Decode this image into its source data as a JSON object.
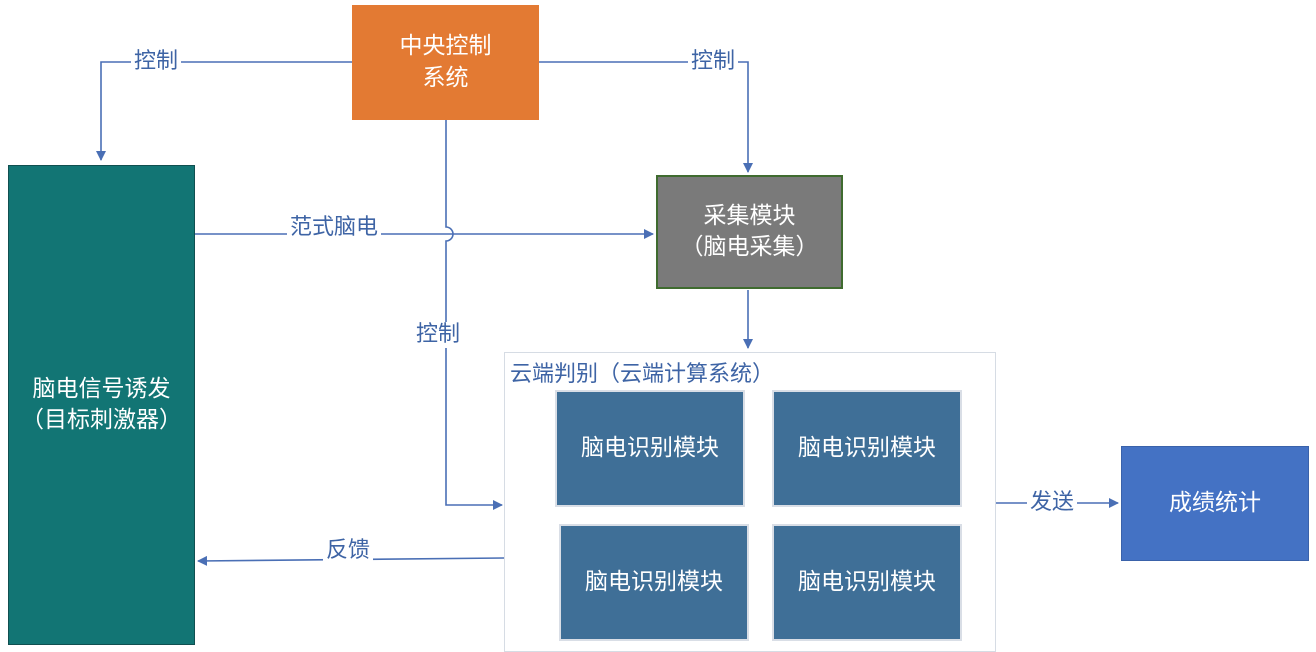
{
  "nodes": {
    "central": {
      "line1": "中央控制",
      "line2": "系统"
    },
    "stimulus": {
      "line1": "脑电信号诱发",
      "line2": "（目标刺激器）"
    },
    "collect": {
      "line1": "采集模块",
      "line2": "（脑电采集）"
    },
    "cloud": {
      "title": "云端判别（云端计算系统）"
    },
    "recognition_modules": [
      {
        "label": "脑电识别模块"
      },
      {
        "label": "脑电识别模块"
      },
      {
        "label": "脑电识别模块"
      },
      {
        "label": "脑电识别模块"
      }
    ],
    "score": {
      "label": "成绩统计"
    }
  },
  "edges": {
    "control_left": "控制",
    "control_right": "控制",
    "control_down": "控制",
    "paradigm_eeg": "范式脑电",
    "feedback": "反馈",
    "send": "发送"
  },
  "colors": {
    "central": "#E37A33",
    "stimulus": "#127574",
    "collect": "#7A7A7A",
    "recognition": "#3F6F97",
    "score": "#4472C4",
    "line": "#4A6FB5"
  }
}
